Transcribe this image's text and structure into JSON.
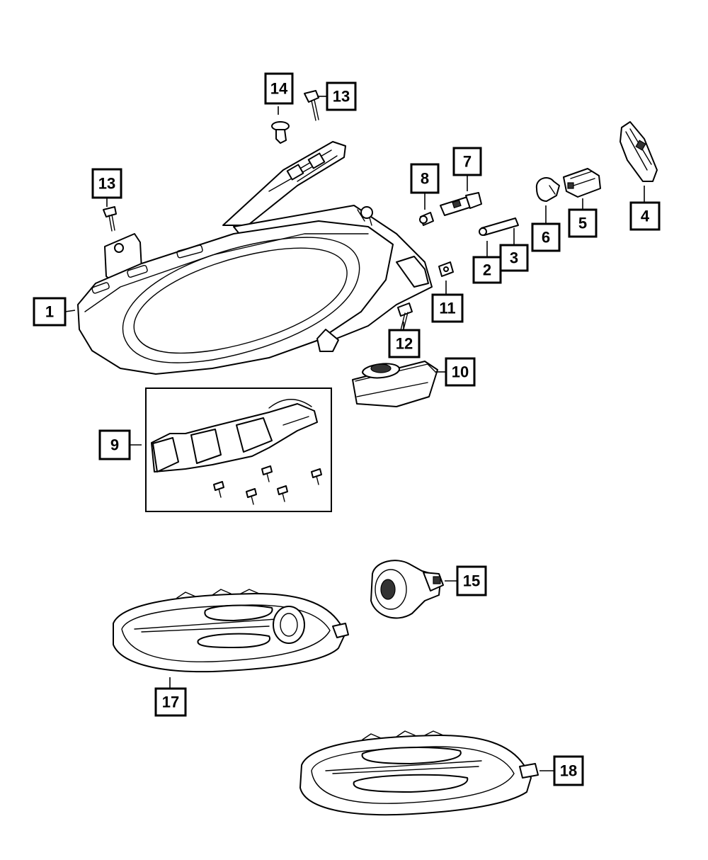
{
  "callouts": [
    {
      "id": "c1",
      "label": "1"
    },
    {
      "id": "c2",
      "label": "2"
    },
    {
      "id": "c3",
      "label": "3"
    },
    {
      "id": "c4",
      "label": "4"
    },
    {
      "id": "c5",
      "label": "5"
    },
    {
      "id": "c6",
      "label": "6"
    },
    {
      "id": "c7",
      "label": "7"
    },
    {
      "id": "c8",
      "label": "8"
    },
    {
      "id": "c9",
      "label": "9"
    },
    {
      "id": "c10",
      "label": "10"
    },
    {
      "id": "c11",
      "label": "11"
    },
    {
      "id": "c12",
      "label": "12"
    },
    {
      "id": "c13a",
      "label": "13"
    },
    {
      "id": "c13b",
      "label": "13"
    },
    {
      "id": "c14",
      "label": "14"
    },
    {
      "id": "c15",
      "label": "15"
    },
    {
      "id": "c17",
      "label": "17"
    },
    {
      "id": "c18",
      "label": "18"
    }
  ]
}
